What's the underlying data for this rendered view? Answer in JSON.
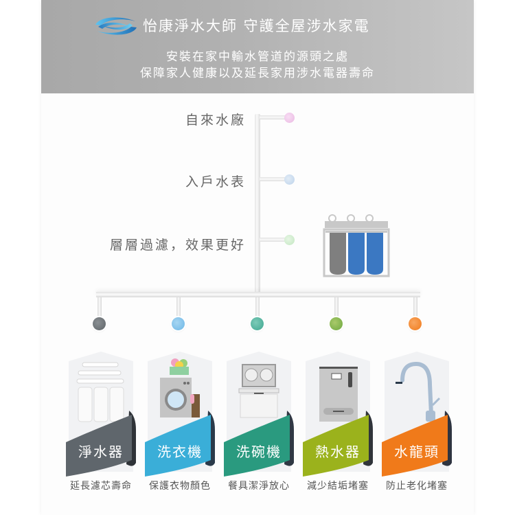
{
  "header": {
    "logo_icon": "wave-logo-icon",
    "title": "怡康淨水大師  守護全屋涉水家電",
    "subtitle_line1": "安裝在家中輸水管道的源頭之處",
    "subtitle_line2": "保障家人健康以及延長家用涉水電器壽命",
    "background_color": "#b0b0b0"
  },
  "stages": [
    {
      "label": "自來水廠",
      "dot_color": "#f0c6ea"
    },
    {
      "label": "入戶水表",
      "dot_color": "#c9dcef"
    },
    {
      "label": "層層過濾，效果更好",
      "dot_color": "#cdeccc"
    }
  ],
  "filter_icon": "triple-filter-housing-icon",
  "filter_colors": {
    "housing": "#c8c8c8",
    "cartridge1": "#7f7f7f",
    "cartridge2": "#3b78c2",
    "cartridge3": "#3b78c2"
  },
  "appliances": [
    {
      "label": "淨水器",
      "desc": "延長濾芯壽命",
      "icon": "water-purifier-icon",
      "color": "#5f666c",
      "dot_color": "#6b7075"
    },
    {
      "label": "洗衣機",
      "desc": "保護衣物顏色",
      "icon": "washing-machine-icon",
      "color": "#3aaed8",
      "dot_color": "#7fc3ea"
    },
    {
      "label": "洗碗機",
      "desc": "餐具潔淨放心",
      "icon": "dishwasher-icon",
      "color": "#2a9a7f",
      "dot_color": "#4fb3a2"
    },
    {
      "label": "熱水器",
      "desc": "減少結垢堵塞",
      "icon": "water-heater-icon",
      "color": "#9bb21c",
      "dot_color": "#8db34a"
    },
    {
      "label": "水龍頭",
      "desc": "防止老化堵塞",
      "icon": "faucet-icon",
      "color": "#f07a1a",
      "dot_color": "#f28a35"
    }
  ]
}
